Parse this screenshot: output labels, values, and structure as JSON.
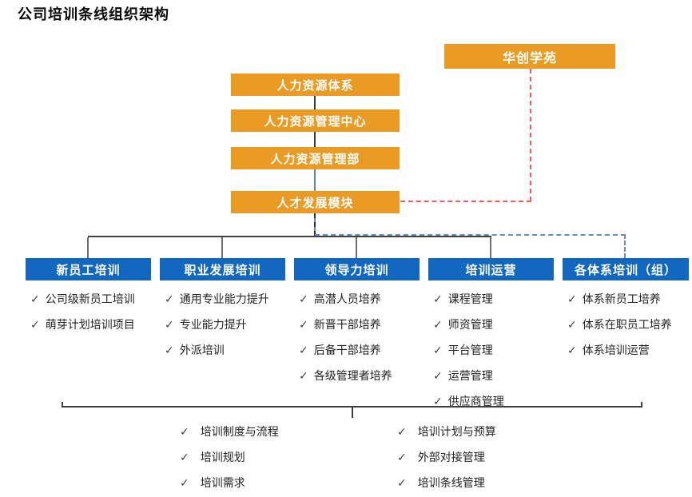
{
  "title": "公司培训条线组织架构",
  "glyphs": {
    "check": "✓"
  },
  "colors": {
    "box_orange": "#E99B23",
    "box_blue": "#1268C1",
    "red_dashed_line": "#F75B5B",
    "blue_dashed_line": "#6B87C6",
    "tree_line": "#3f3f3f"
  },
  "academy": {
    "label": "华创学苑"
  },
  "hierarchy": [
    {
      "label": "人力资源体系"
    },
    {
      "label": "人力资源管理中心"
    },
    {
      "label": "人力资源管理部"
    },
    {
      "label": "人才发展模块"
    }
  ],
  "departments": [
    {
      "label": "新员工培训",
      "items": [
        "公司级新员工培训",
        "萌芽计划培训项目"
      ]
    },
    {
      "label": "职业发展培训",
      "items": [
        "通用专业能力提升",
        "专业能力提升",
        "外派培训"
      ]
    },
    {
      "label": "领导力培训",
      "items": [
        "高潜人员培养",
        "新晋干部培养",
        "后备干部培养",
        "各级管理者培养"
      ]
    },
    {
      "label": "培训运营",
      "items": [
        "课程管理",
        "师资管理",
        "平台管理",
        "运营管理",
        "供应商管理"
      ]
    },
    {
      "label": "各体系培训（组）",
      "items": [
        "体系新员工培养",
        "体系在职员工培养",
        "体系培训运营"
      ]
    }
  ],
  "shared_functions": {
    "left": [
      "培训制度与流程",
      "培训规划",
      "培训需求"
    ],
    "right": [
      "培训计划与预算",
      "外部对接管理",
      "培训条线管理"
    ]
  }
}
